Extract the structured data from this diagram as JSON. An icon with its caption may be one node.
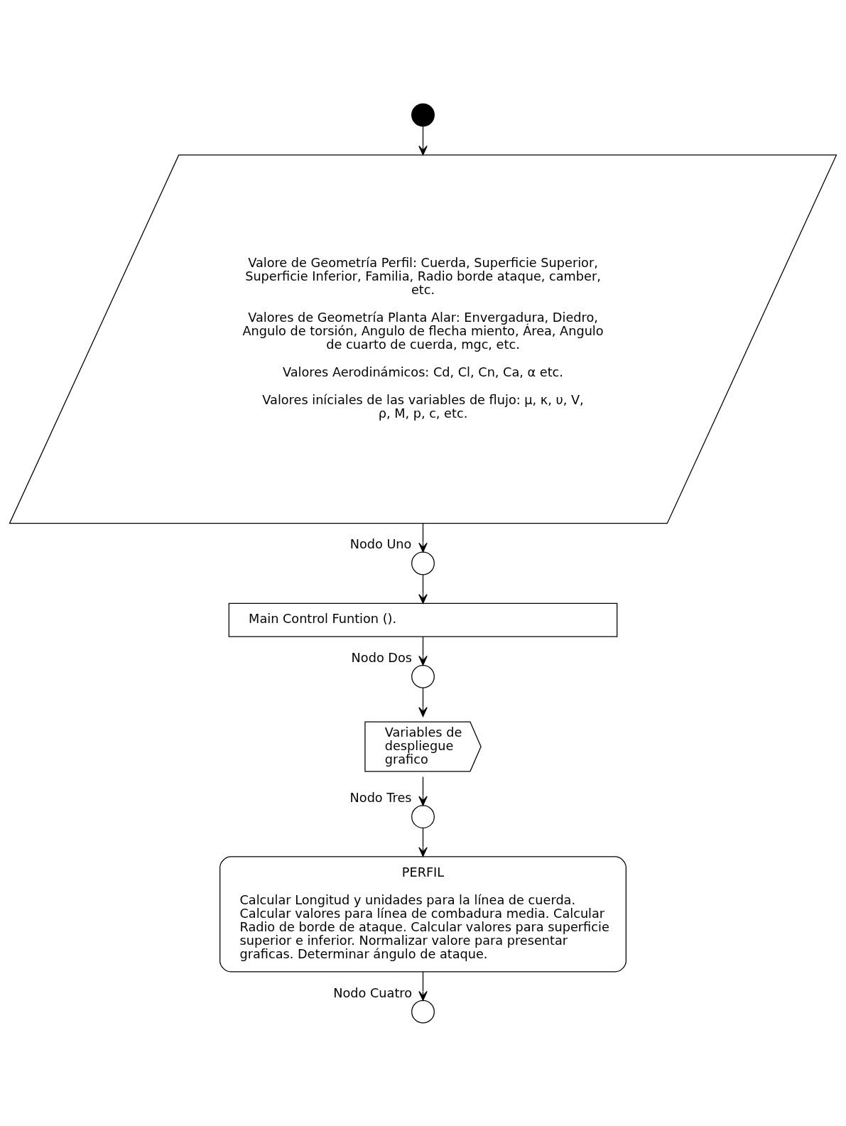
{
  "diagram": {
    "nodes": [
      {
        "text": [],
        "shape": "circle"
      },
      {
        "text": [
          "Valore de Geometría Perfil: Cuerda, Superficie Superior, Superficie Inferior, Familia, Radio borde ataque, camber, etc.",
          "Valores de Geometría Planta Alar: Envergadura, Diedro, Angulo de torsión, Angulo de flecha miento, Área, Angulo de cuarto de cuerda, mgc, etc.",
          "Valores Aerodinámicos: Cd, Cl, Cn, Ca, α etc.",
          "Valores iníciales de las variables de flujo: μ, κ, υ, V, ρ, M, p, c, etc."
        ]
      },
      {
        "text": [],
        "shape": "circle",
        "beside": [
          "Nodo Uno"
        ]
      },
      {
        "text": [
          "Main Control Funtion ()."
        ]
      },
      {
        "text": [],
        "shape": "circle",
        "beside": [
          "Nodo Dos"
        ]
      },
      {
        "text": [
          "Variables de despliegue grafico"
        ]
      },
      {
        "text": [],
        "shape": "circle",
        "beside": [
          "Nodo Tres"
        ]
      },
      {
        "text": [
          "PERFIL",
          "Calcular Longitud y unidades para la línea de cuerda. Calcular valores para línea de combadura media. Calcular Radio de borde de ataque. Calcular valores para superficie superior e inferior. Normalizar valore para presentar graficas. Determinar ángulo de ataque."
        ]
      },
      {
        "text": [],
        "shape": "circle",
        "beside": [
          "Nodo Cuatro"
        ]
      }
    ],
    "edges": [
      {
        "from": 0,
        "to": 1,
        "arrow": "to"
      },
      {
        "from": 1,
        "to": 2,
        "arrow": "to"
      },
      {
        "from": 2,
        "to": 3,
        "arrow": "to"
      },
      {
        "from": 3,
        "to": 4,
        "arrow": "to"
      },
      {
        "from": 4,
        "to": 5,
        "arrow": "to"
      },
      {
        "from": 5,
        "to": 6,
        "arrow": "to"
      },
      {
        "from": 6,
        "to": 7,
        "arrow": "to"
      },
      {
        "from": 7,
        "to": 8,
        "arrow": "to"
      }
    ]
  }
}
